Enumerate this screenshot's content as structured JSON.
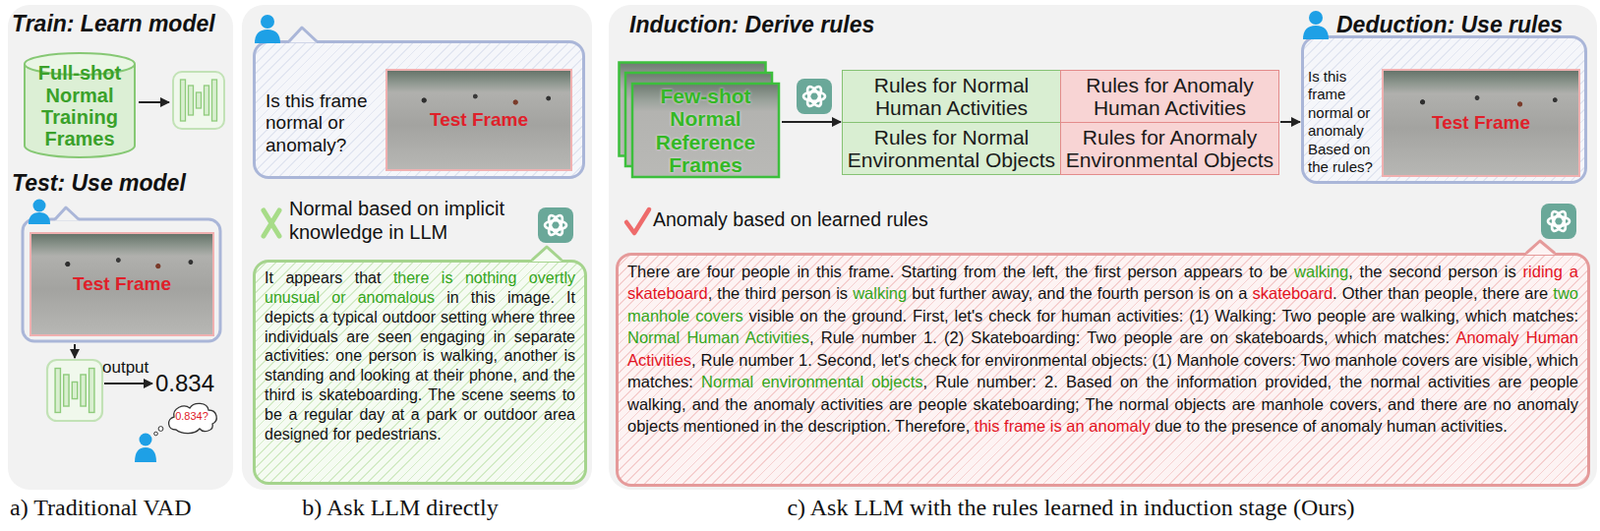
{
  "diagram": {
    "nodes": [
      {
        "text": [
          "Train: Learn model",
          "Test: Use model",
          "a) Traditional VAD"
        ]
      },
      {
        "text": [
          "Full-shot Normal Training Frames"
        ],
        "in": 0
      },
      {
        "text": [
          "Test Frame"
        ],
        "in": 0
      },
      {
        "text": [
          "0.834?"
        ],
        "in": 0
      },
      {
        "text": [
          "b) Ask LLM directly"
        ]
      },
      {
        "text": [
          "Is this frame normal or anomaly?"
        ],
        "in": 4
      },
      {
        "text": [
          "Test Frame"
        ],
        "in": 5
      },
      {
        "text": [
          "It appears that ",
          "there is nothing overtly unusual or anomalous",
          " in this image. It depicts a typical outdoor setting where three individuals are seen engaging in separate activities: one person is walking, another is standing and looking at their phone, and the third is skateboarding. The scene seems to be a regular day at a park or outdoor area designed for pedestrians."
        ],
        "in": 4
      },
      {
        "text": [
          "Induction: Derive rules",
          "Deduction: Use rules",
          "c) Ask LLM with the rules learned in induction stage (Ours)"
        ]
      },
      {
        "text": [
          "Few-shot Normal Reference Frames"
        ],
        "in": 8
      },
      {
        "text": [
          "Rules for Normal Human Activities"
        ],
        "in": 8
      },
      {
        "text": [
          "Rules for Anomaly Human Activities"
        ],
        "in": 8
      },
      {
        "text": [
          "Rules for Normal Environmental Objects"
        ],
        "in": 8
      },
      {
        "text": [
          "Rules for Anormaly Environmental Objects"
        ],
        "in": 8
      },
      {
        "text": [
          "Is this frame normal or anomaly Based on the rules?"
        ],
        "in": 8
      },
      {
        "text": [
          "Test Frame"
        ],
        "in": 14
      },
      {
        "text": [
          "There are four people in this frame. Starting from the left, the first person appears to be ",
          "walking",
          ", the second person is ",
          "riding a skateboard",
          ", the third person is ",
          "walking",
          " but further away, and the fourth person is on a ",
          "skateboard",
          ". Other than people, there are ",
          "two manhole covers",
          " visible on the ground. First, let's check for human activities: (1) Walking: Two people are walking, which matches: ",
          "Normal Human Activities",
          ", Rule number 1. (2) Skateboarding: Two people are on skateboards, which matches: ",
          "Anomaly Human Activities",
          ", Rule number 1. Second, let's check for environmental objects: (1) Manhole covers: Two manhole covers are visible, which matches: ",
          "Normal environmental objects",
          ", Rule number: 2. Based on the information provided, the normal activities are people walking, and the anomaly activities are people skateboarding; The normal objects are manhole covers, and there are no anomaly objects mentioned in the description. Therefore, ",
          "this frame is an anomaly",
          " due to the presence of anomaly human activities."
        ],
        "in": 8
      }
    ],
    "edges": [
      {
        "from": 9,
        "to": 10,
        "arrow": "to"
      },
      {
        "from": 11,
        "to": 14,
        "arrow": "to"
      }
    ],
    "labels": [
      "output",
      "0.834",
      "Normal based on implicit knowledge in LLM",
      "Anomaly based on learned rules"
    ]
  }
}
